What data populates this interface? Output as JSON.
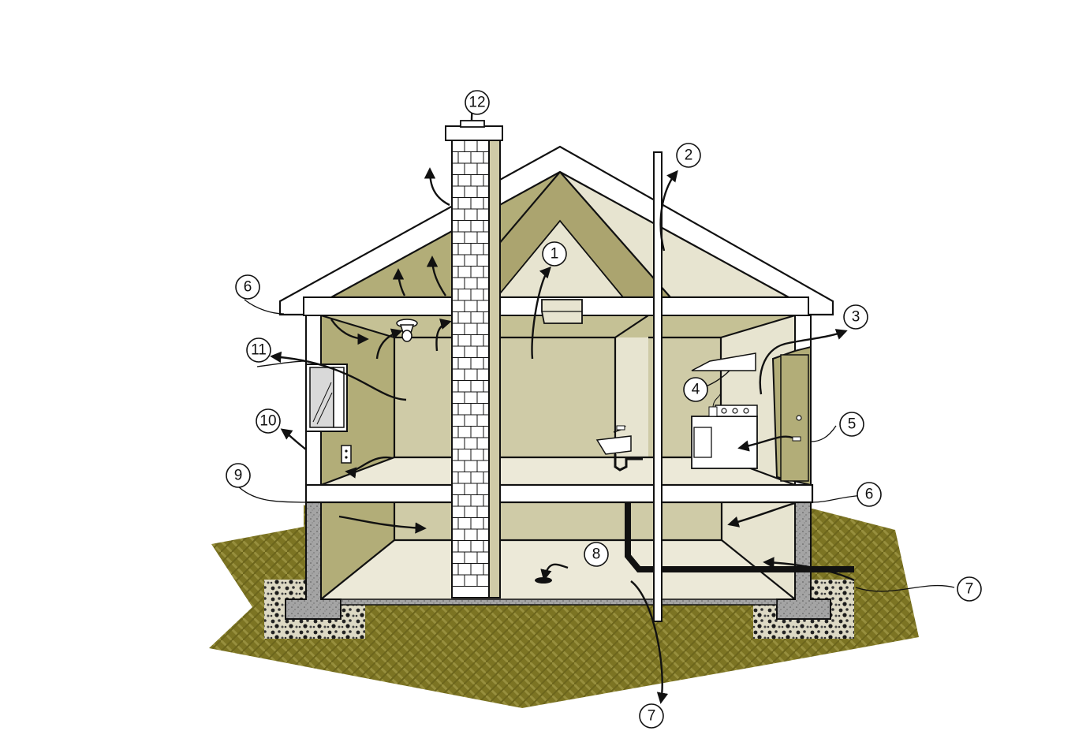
{
  "colors": {
    "ground": "#7c7423",
    "ground_light": "#8c8535",
    "wall_dark": "#b2ad78",
    "wall_mid": "#cfcba7",
    "wall_light": "#e7e4d0",
    "wall_pale": "#ece9d8",
    "concrete": "#9b9b9b",
    "gravel": "#ddd9c4",
    "outline": "#111111"
  },
  "callouts": [
    {
      "id": "c1",
      "label": "1"
    },
    {
      "id": "c2",
      "label": "2"
    },
    {
      "id": "c3",
      "label": "3"
    },
    {
      "id": "c4",
      "label": "4"
    },
    {
      "id": "c5",
      "label": "5"
    },
    {
      "id": "c6a",
      "label": "6"
    },
    {
      "id": "c6b",
      "label": "6"
    },
    {
      "id": "c7a",
      "label": "7"
    },
    {
      "id": "c7b",
      "label": "7"
    },
    {
      "id": "c8",
      "label": "8"
    },
    {
      "id": "c9",
      "label": "9"
    },
    {
      "id": "c10",
      "label": "10"
    },
    {
      "id": "c11",
      "label": "11"
    },
    {
      "id": "c12",
      "label": "12"
    }
  ]
}
